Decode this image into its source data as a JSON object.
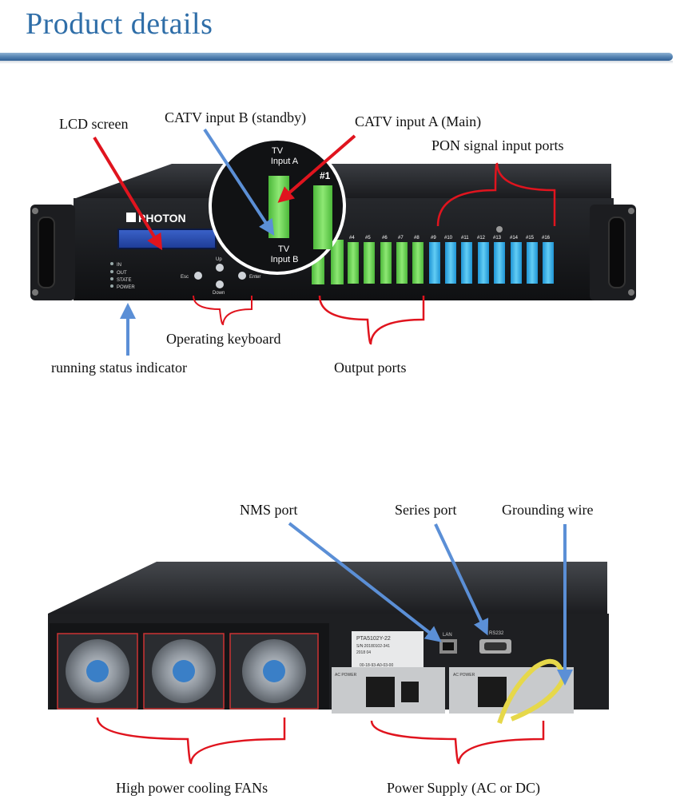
{
  "header": {
    "title": "Product details"
  },
  "front_panel": {
    "callouts": {
      "lcd_screen": "LCD screen",
      "catv_b": "CATV input B (standby)",
      "catv_a": "CATV input A (Main)",
      "pon_ports": "PON signal input ports",
      "keyboard": "Operating keyboard",
      "status": "running status indicator",
      "output_ports": "Output ports"
    },
    "device": {
      "brand": "PHOTON",
      "leds": [
        "IN",
        "OUT",
        "STATE",
        "POWER"
      ],
      "keys": {
        "up": "Up",
        "down": "Down",
        "esc": "Esc",
        "enter": "Enter"
      },
      "zoom_labels": {
        "tv_a": "TV Input A",
        "tv_b": "TV Input B",
        "port1": "#1"
      },
      "port_labels": [
        "#4",
        "#5",
        "#6",
        "#7",
        "#8",
        "#9",
        "#10",
        "#11",
        "#12",
        "#13",
        "#14",
        "#15",
        "#16"
      ]
    }
  },
  "rear_panel": {
    "callouts": {
      "nms": "NMS port",
      "series": "Series port",
      "ground": "Grounding wire",
      "fans": "High power cooling FANs",
      "power": "Power Supply (AC or DC)"
    },
    "device": {
      "lan": "LAN",
      "rs232": "RS232",
      "model": "PTA5102Y-22",
      "serial": "S/N:20180102-341",
      "date": "2018 04",
      "mac": "00-18-93-A0-03-00",
      "ac_power": "AC POWER"
    }
  },
  "colors": {
    "title": "#2f6ea8",
    "arrow_red": "#e0141e",
    "arrow_blue": "#5b8fd6",
    "green_port": "#6bd24a",
    "blue_port": "#35b3e8"
  }
}
